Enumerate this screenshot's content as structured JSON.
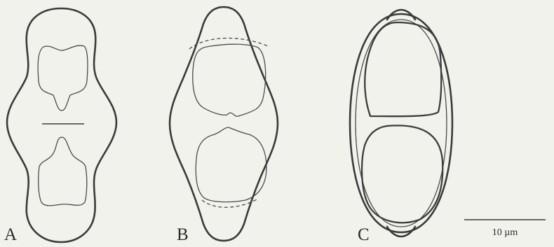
{
  "figure": {
    "panels": [
      {
        "id": "A",
        "label": "A"
      },
      {
        "id": "B",
        "label": "B"
      },
      {
        "id": "C",
        "label": "C"
      }
    ],
    "scale_bar": {
      "label": "10 µm"
    }
  },
  "colors": {
    "background": "#f2f2ed",
    "stroke": "#3a3a3a"
  }
}
